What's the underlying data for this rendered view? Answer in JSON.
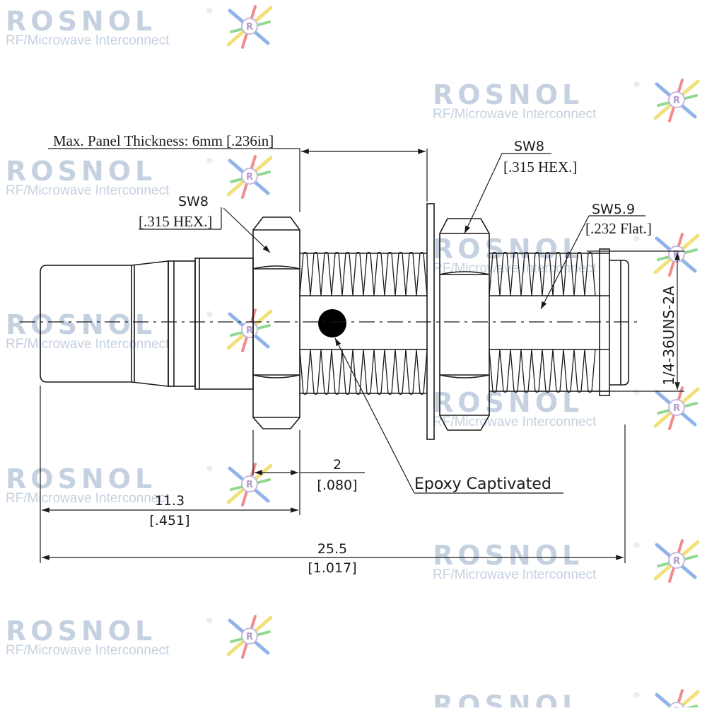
{
  "brand": {
    "name": "ROSNOL",
    "tagline": "RF/Microwave Interconnect",
    "registered_mark": "®",
    "logo_letter": "R",
    "colors": {
      "watermark_text": "#c5d1e0",
      "logo_red": "#f08c8c",
      "logo_green": "#8fd88f",
      "logo_yellow": "#f2e07a",
      "logo_blue": "#8fb4e8"
    }
  },
  "labels": {
    "panel_thickness": "Max. Panel Thickness: 6mm [.236in]",
    "hex_left_size": "SW8",
    "hex_left_inch": "[.315 HEX.]",
    "hex_right_size": "SW8",
    "hex_right_inch": "[.315 HEX.]",
    "flat_size": "SW5.9",
    "flat_inch": "[.232 Flat.]",
    "thread": "1/4-36UNS-2A",
    "epoxy": "Epoxy Captivated"
  },
  "dimensions": {
    "d2_mm": "2",
    "d2_in": "[.080]",
    "d11_mm": "11.3",
    "d11_in": "[.451]",
    "d25_mm": "25.5",
    "d25_in": "[1.017]"
  },
  "colors": {
    "line": "#1a1a1a",
    "background": "#ffffff"
  }
}
